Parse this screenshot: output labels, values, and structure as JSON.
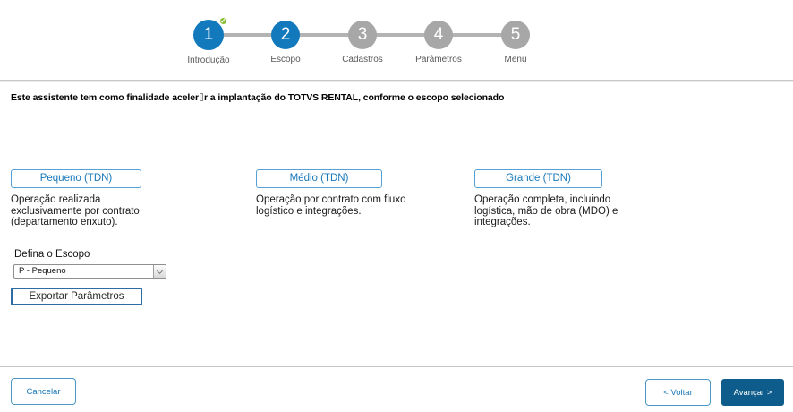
{
  "colors": {
    "accent_blue": "#1279BD",
    "success_green": "#8BC034",
    "inactive_gray": "#A7A7A7",
    "connector_gray": "#B3B3B3",
    "link_blue": "#1878BA",
    "button_border_blue": "#55A0D5",
    "primary_dark_blue": "#0E5C8C",
    "export_border_blue": "#2E6DA4",
    "divider_gray": "#C6C6C6",
    "text_dark": "#1A1A1A",
    "step_label_gray": "#595959"
  },
  "icons": {
    "check": "✓",
    "chevron_down": "css-chevron-shape",
    "text_cursor": "css-box-shape"
  },
  "stepper": {
    "steps": [
      {
        "num": "1",
        "label": "Introdução",
        "state": "completed"
      },
      {
        "num": "2",
        "label": "Escopo",
        "state": "current"
      },
      {
        "num": "3",
        "label": "Cadastros",
        "state": "upcoming"
      },
      {
        "num": "4",
        "label": "Parâmetros",
        "state": "upcoming"
      },
      {
        "num": "5",
        "label": "Menu",
        "state": "upcoming"
      }
    ]
  },
  "intro": {
    "text_start": "Este assistente tem como finalidade aceler",
    "text_end": "r a implantação do TOTVS RENTAL, conforme o escopo selecionado"
  },
  "options": [
    {
      "button": "Pequeno (TDN)",
      "description": "Operação realizada\nexclusivamente por contrato\n(departamento enxuto)."
    },
    {
      "button": "Médio (TDN)",
      "description": "Operação por contrato com fluxo\nlogístico e integrações."
    },
    {
      "button": "Grande (TDN)",
      "description": "Operação completa, incluindo\nlogística, mão de obra (MDO) e\nintegrações."
    }
  ],
  "escopo": {
    "label": "Defina o Escopo",
    "selected": "P - Pequeno"
  },
  "export_button_label": "Exportar Parâmetros",
  "footer": {
    "cancel_label": "Cancelar",
    "back_label": "< Voltar",
    "next_label": "Avançar >"
  }
}
